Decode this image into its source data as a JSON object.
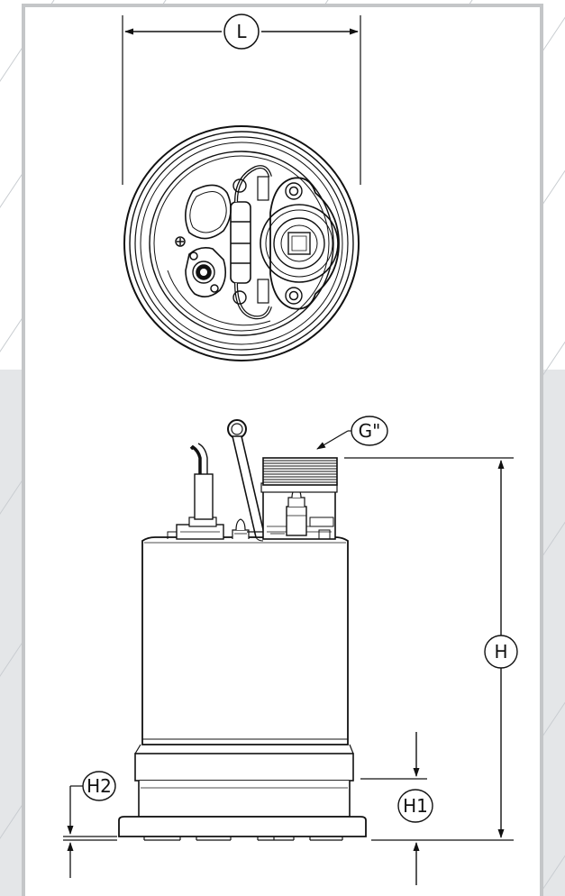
{
  "drawing": {
    "title": "",
    "dimensions": {
      "length": "L",
      "thread": "G\"",
      "height": "H",
      "base_height": "H1",
      "foot_height": "H2"
    },
    "colors": {
      "line": "#111111",
      "panel_band": "#e4e6e8",
      "frame": "#c4c6c8",
      "hatch": "#c8ccd0"
    }
  }
}
